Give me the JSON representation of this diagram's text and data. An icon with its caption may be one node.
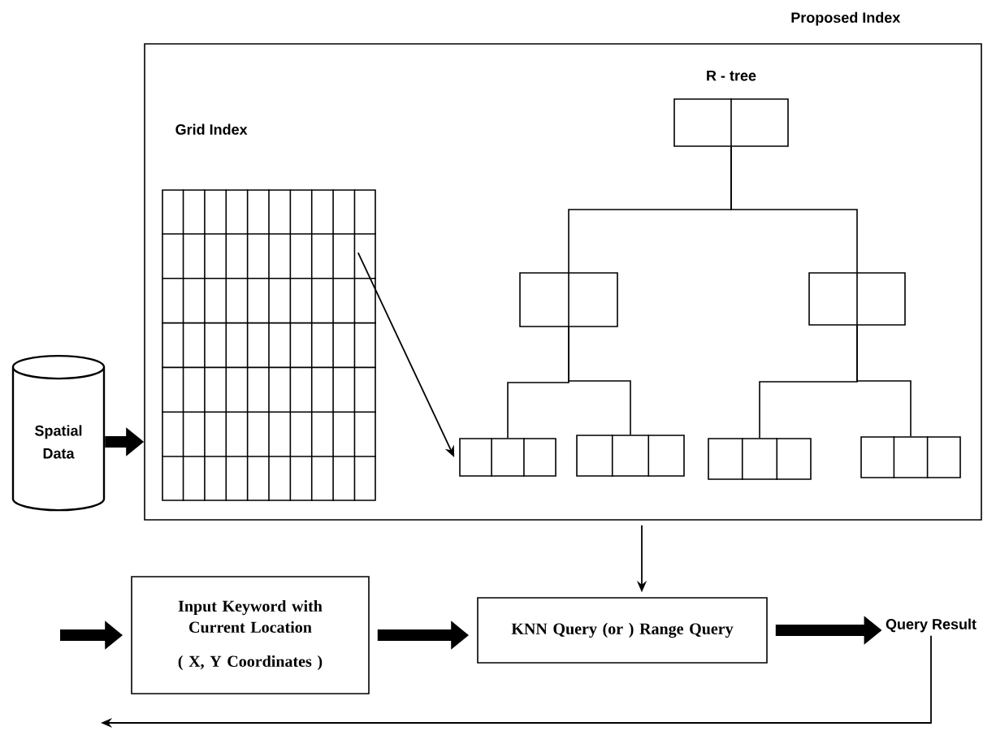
{
  "diagram": {
    "nodes": [
      {
        "text": [
          "Proposed Index"
        ]
      },
      {
        "text": [
          "Grid Index"
        ],
        "in": 0
      },
      {
        "text": [
          "R - tree"
        ],
        "in": 0
      },
      {
        "text": [],
        "shape": "box",
        "in": 0
      },
      {
        "text": [],
        "shape": "box",
        "in": 0
      },
      {
        "text": [],
        "shape": "box",
        "in": 0
      },
      {
        "text": [],
        "shape": "box",
        "in": 0
      },
      {
        "text": [],
        "shape": "box",
        "in": 0
      },
      {
        "text": [],
        "shape": "box",
        "in": 0
      },
      {
        "text": [
          "Spatial Data"
        ]
      },
      {
        "text": [
          "Input Keyword with Current Location",
          "( X, Y Coordinates )"
        ]
      },
      {
        "text": [
          "KNN Query (or ) Range Query"
        ]
      },
      {
        "text": [
          "Query Result"
        ]
      }
    ],
    "edges": [
      {
        "from": 9,
        "to": 0,
        "arrow": "to",
        "style": "thick"
      },
      {
        "from": 1,
        "to": 5,
        "arrow": "to"
      },
      {
        "from": 2,
        "to": 3,
        "arrow": "none"
      },
      {
        "from": 2,
        "to": 4,
        "arrow": "none"
      },
      {
        "from": 3,
        "to": 5,
        "arrow": "none"
      },
      {
        "from": 3,
        "to": 6,
        "arrow": "none"
      },
      {
        "from": 4,
        "to": 7,
        "arrow": "none"
      },
      {
        "from": 4,
        "to": 8,
        "arrow": "none"
      },
      {
        "from": 0,
        "to": 11,
        "arrow": "to"
      },
      {
        "from": null,
        "to": 10,
        "arrow": "to",
        "style": "thick"
      },
      {
        "from": 10,
        "to": 11,
        "arrow": "to",
        "style": "thick"
      },
      {
        "from": 11,
        "to": 12,
        "arrow": "to",
        "style": "thick"
      },
      {
        "from": 12,
        "to": null,
        "arrow": "to"
      }
    ]
  }
}
